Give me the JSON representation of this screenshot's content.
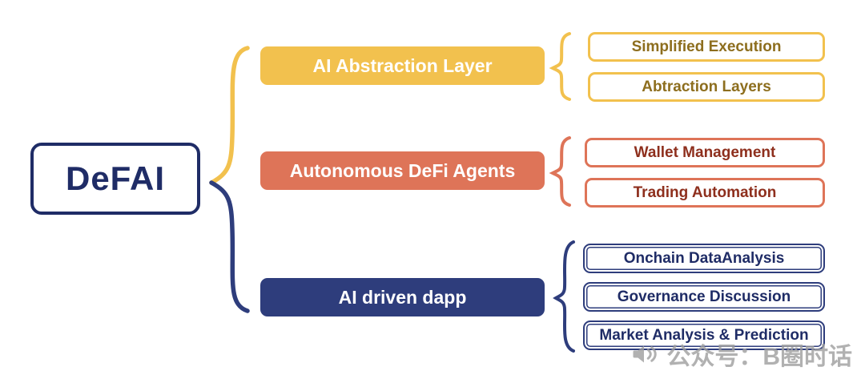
{
  "root": {
    "label": "DeFAI"
  },
  "branches": [
    {
      "label": "AI Abstraction Layer",
      "color": "#F2C14E",
      "text_color": "#8D6E1E",
      "children": [
        {
          "label": "Simplified Execution"
        },
        {
          "label": "Abtraction Layers"
        }
      ]
    },
    {
      "label": "Autonomous DeFi Agents",
      "color": "#DE7458",
      "text_color": "#8E2F1D",
      "children": [
        {
          "label": "Wallet Management"
        },
        {
          "label": "Trading Automation"
        }
      ]
    },
    {
      "label": "AI driven dapp",
      "color": "#2E3D7C",
      "text_color": "#1F2C66",
      "children": [
        {
          "label": "Onchain DataAnalysis"
        },
        {
          "label": "Governance Discussion"
        },
        {
          "label": "Market Analysis & Prediction"
        }
      ]
    }
  ],
  "colors": {
    "yellow": "#F2C14E",
    "salmon": "#DE7458",
    "navy": "#2E3D7C",
    "watermark_grey": "#9E9E9E"
  },
  "watermark": {
    "text": "公众号：B圈时话"
  }
}
